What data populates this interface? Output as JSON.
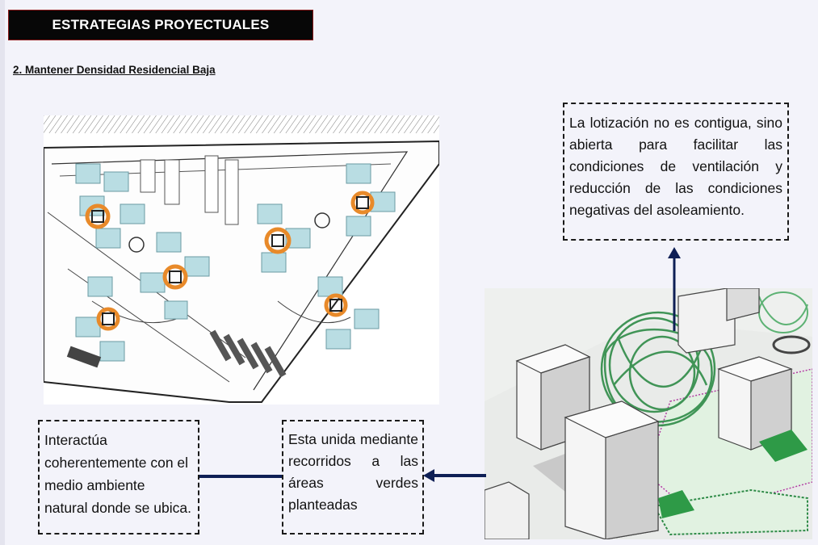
{
  "header": {
    "title": "ESTRATEGIAS PROYECTUALES",
    "subtitle": "2. Mantener Densidad Residencial Baja"
  },
  "notes": {
    "ventilation": [
      "La lotización no es contigua, sino",
      "abierta para facilitar las",
      "condiciones de ventilación y",
      "reducción de las condiciones",
      "negativas del asoleamiento."
    ],
    "routes": [
      "Esta unida mediante",
      "recorridos a las",
      "áreas verdes",
      "planteadas"
    ],
    "environment": [
      "Interactúa",
      "coherentemente con el",
      "medio ambiente",
      "natural donde se ubica."
    ]
  },
  "colors": {
    "title_bar": "#070707",
    "arrow": "#0e1f55",
    "block_fill": "#b9dde3",
    "highlight_ring": "#e88a2a",
    "vegetation": "#2e8b47"
  },
  "images": {
    "plan": "site-plan-drawing",
    "model": "3d-massing-model"
  }
}
